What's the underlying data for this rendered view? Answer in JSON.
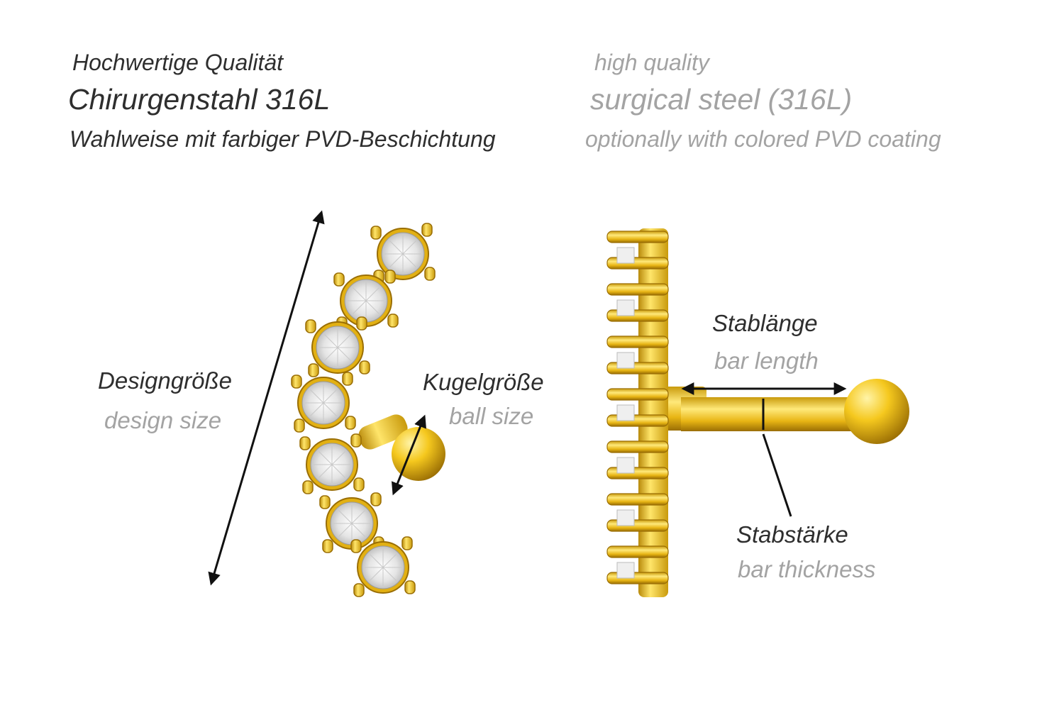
{
  "header": {
    "de_quality": "Hochwertige Qualität",
    "en_quality": "high quality",
    "de_material": "Chirurgenstahl 316L",
    "en_material": "surgical steel (316L)",
    "de_coating": "Wahlweise mit farbiger PVD-Beschichtung",
    "en_coating": "optionally with colored PVD coating"
  },
  "labels": {
    "de_design_size": "Designgröße",
    "en_design_size": "design size",
    "de_ball_size": "Kugelgröße",
    "en_ball_size": "ball size",
    "de_bar_length": "Stablänge",
    "en_bar_length": "bar length",
    "de_bar_thickness": "Stabstärke",
    "en_bar_thickness": "bar thickness"
  },
  "colors": {
    "gold_light": "#FFE56A",
    "gold": "#F2C21A",
    "gold_dark": "#A87A05",
    "gem": "#EDEDED",
    "text_de": "#2E2E2E",
    "text_en": "#A3A3A3"
  }
}
